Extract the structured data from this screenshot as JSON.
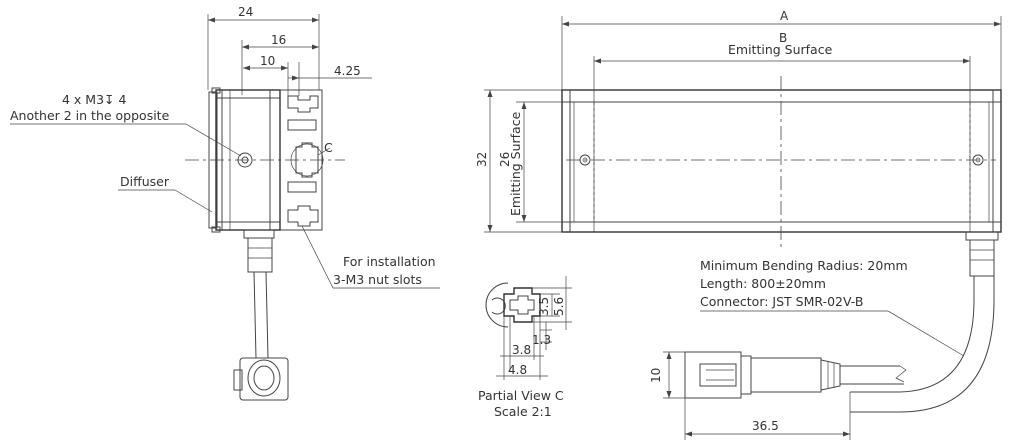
{
  "front_view": {
    "dim_24": "24",
    "dim_16": "16",
    "dim_10": "10",
    "dim_4_25": "4.25",
    "screw_label_1": "4 x M3↧ 4",
    "screw_label_2": "Another 2 in the opposite",
    "diffuser_label": "Diffuser",
    "view_c_marker": "C",
    "install_label_1": "For installation",
    "install_label_2": "3-M3 nut slots"
  },
  "top_view": {
    "dim_A": "A",
    "dim_B": "B",
    "emitting_surface_h": "Emitting Surface",
    "dim_32": "32",
    "dim_26": "26",
    "emitting_surface_v": "Emitting Surface"
  },
  "partial_view": {
    "dim_3_5": "3.5",
    "dim_5_6": "5.6",
    "dim_1_3": "1.3",
    "dim_3_8": "3.8",
    "dim_4_8": "4.8",
    "caption_1": "Partial View C",
    "caption_2": "Scale 2:1"
  },
  "cable": {
    "spec_1": "Minimum Bending Radius: 20mm",
    "spec_2": "Length: 800±20mm",
    "spec_3": "Connector: JST SMR-02V-B",
    "dim_10": "10",
    "dim_36_5": "36.5"
  }
}
